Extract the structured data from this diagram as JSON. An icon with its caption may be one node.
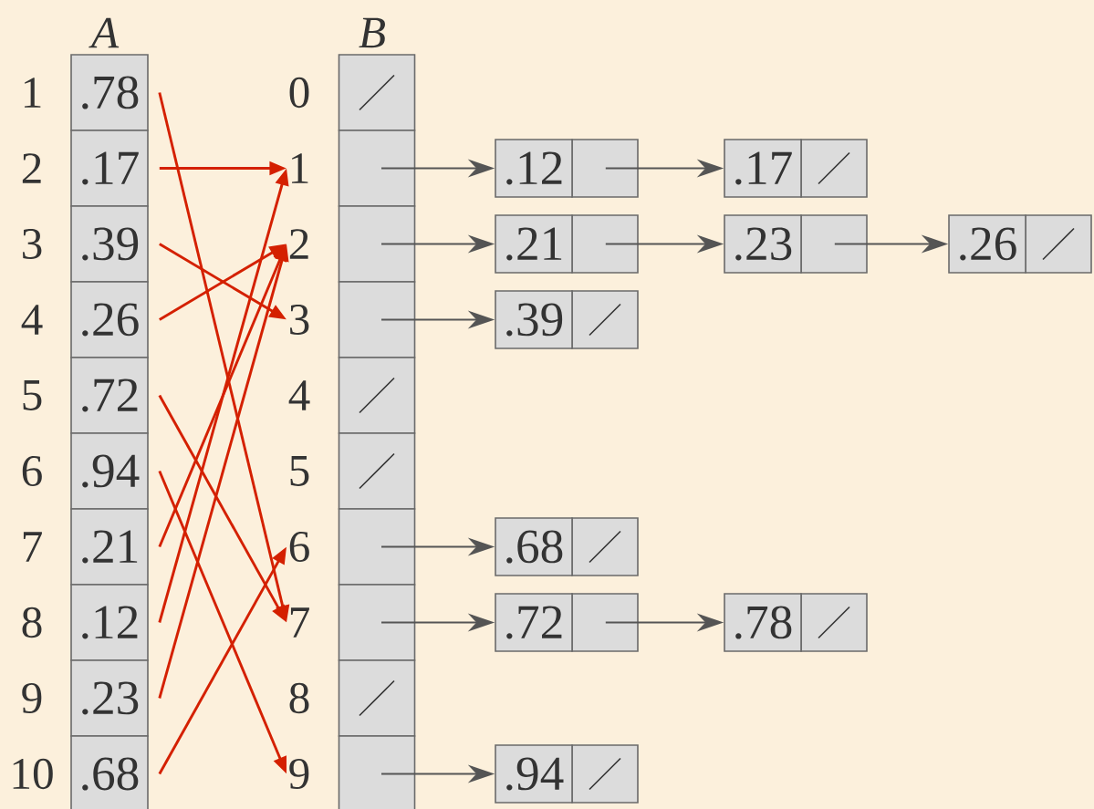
{
  "diagram": {
    "nodes": [
      {
        "text": [
          ".78"
        ]
      },
      {
        "text": [
          ".17"
        ]
      },
      {
        "text": [
          ".39"
        ]
      },
      {
        "text": [
          ".26"
        ]
      },
      {
        "text": [
          ".72"
        ]
      },
      {
        "text": [
          ".94"
        ]
      },
      {
        "text": [
          ".21"
        ]
      },
      {
        "text": [
          ".12"
        ]
      },
      {
        "text": [
          ".23"
        ]
      },
      {
        "text": [
          ".68"
        ]
      },
      {
        "text": [
          "0"
        ]
      },
      {
        "text": [
          "1"
        ]
      },
      {
        "text": [
          "2"
        ]
      },
      {
        "text": [
          "3"
        ]
      },
      {
        "text": [
          "4"
        ]
      },
      {
        "text": [
          "5"
        ]
      },
      {
        "text": [
          "6"
        ]
      },
      {
        "text": [
          "7"
        ]
      },
      {
        "text": [
          "8"
        ]
      },
      {
        "text": [
          "9"
        ]
      },
      {
        "text": [],
        "shape": "box"
      },
      {
        "text": [],
        "shape": "box"
      },
      {
        "text": [],
        "shape": "box"
      },
      {
        "text": [],
        "shape": "box"
      },
      {
        "text": [],
        "shape": "box"
      },
      {
        "text": [],
        "shape": "box"
      },
      {
        "text": [],
        "shape": "box"
      },
      {
        "text": [],
        "shape": "box"
      },
      {
        "text": [],
        "shape": "box"
      },
      {
        "text": [],
        "shape": "box"
      },
      {
        "text": [
          ".12"
        ]
      },
      {
        "text": [
          ".17"
        ]
      },
      {
        "text": [
          ".21"
        ]
      },
      {
        "text": [
          ".23"
        ]
      },
      {
        "text": [
          ".26"
        ]
      },
      {
        "text": [
          ".39"
        ]
      },
      {
        "text": [
          ".68"
        ]
      },
      {
        "text": [
          ".72"
        ]
      },
      {
        "text": [
          ".78"
        ]
      },
      {
        "text": [
          ".94"
        ]
      }
    ],
    "edges": [
      {
        "from": 0,
        "to": 17,
        "arrow": "to",
        "color": "#d42000"
      },
      {
        "from": 1,
        "to": 11,
        "arrow": "to",
        "color": "#d42000"
      },
      {
        "from": 2,
        "to": 13,
        "arrow": "to",
        "color": "#d42000"
      },
      {
        "from": 3,
        "to": 12,
        "arrow": "to",
        "color": "#d42000"
      },
      {
        "from": 4,
        "to": 17,
        "arrow": "to",
        "color": "#d42000"
      },
      {
        "from": 5,
        "to": 19,
        "arrow": "to",
        "color": "#d42000"
      },
      {
        "from": 6,
        "to": 12,
        "arrow": "to",
        "color": "#d42000"
      },
      {
        "from": 7,
        "to": 11,
        "arrow": "to",
        "color": "#d42000"
      },
      {
        "from": 8,
        "to": 12,
        "arrow": "to",
        "color": "#d42000"
      },
      {
        "from": 9,
        "to": 16,
        "arrow": "to",
        "color": "#d42000"
      },
      {
        "from": 21,
        "to": 30,
        "arrow": "to",
        "color": "#555555"
      },
      {
        "from": 30,
        "to": 31,
        "arrow": "to",
        "color": "#555555"
      },
      {
        "from": 22,
        "to": 32,
        "arrow": "to",
        "color": "#555555"
      },
      {
        "from": 32,
        "to": 33,
        "arrow": "to",
        "color": "#555555"
      },
      {
        "from": 33,
        "to": 34,
        "arrow": "to",
        "color": "#555555"
      },
      {
        "from": 23,
        "to": 35,
        "arrow": "to",
        "color": "#555555"
      },
      {
        "from": 26,
        "to": 36,
        "arrow": "to",
        "color": "#555555"
      },
      {
        "from": 27,
        "to": 37,
        "arrow": "to",
        "color": "#555555"
      },
      {
        "from": 37,
        "to": 38,
        "arrow": "to",
        "color": "#555555"
      },
      {
        "from": 29,
        "to": 39,
        "arrow": "to",
        "color": "#555555"
      }
    ],
    "labels": [
      "A",
      "B",
      "1",
      "2",
      "3",
      "4",
      "5",
      "6",
      "7",
      "8",
      "9",
      "10"
    ]
  }
}
